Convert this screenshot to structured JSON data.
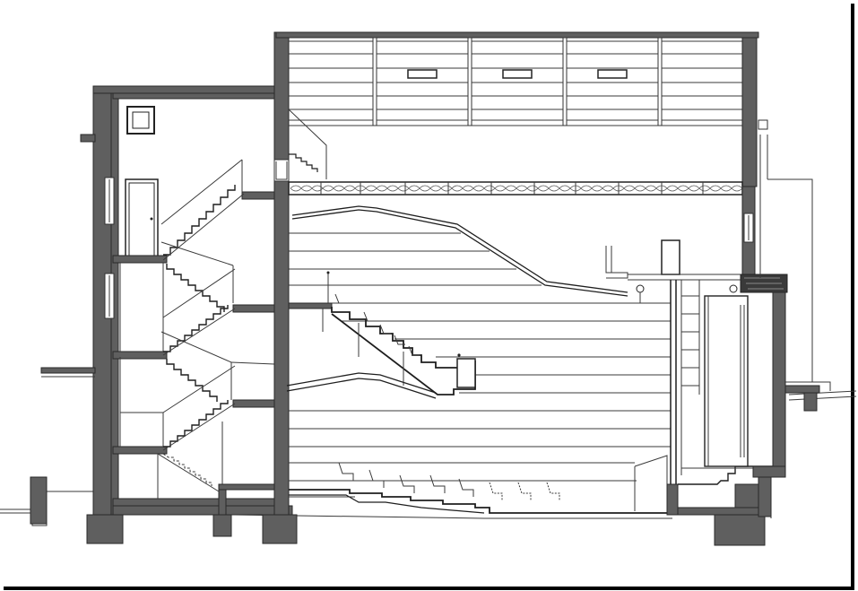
{
  "drawing": {
    "type": "architectural-section",
    "colors": {
      "background": "#ffffff",
      "line": "#1e1e1e",
      "wall_fill": "#5f5f5f",
      "frame_shadow": "#000000"
    },
    "balcony_seat_rows": 5,
    "stall_seat_rows": 8,
    "roof_truss_bays": 5,
    "roof_skylights": 3
  }
}
